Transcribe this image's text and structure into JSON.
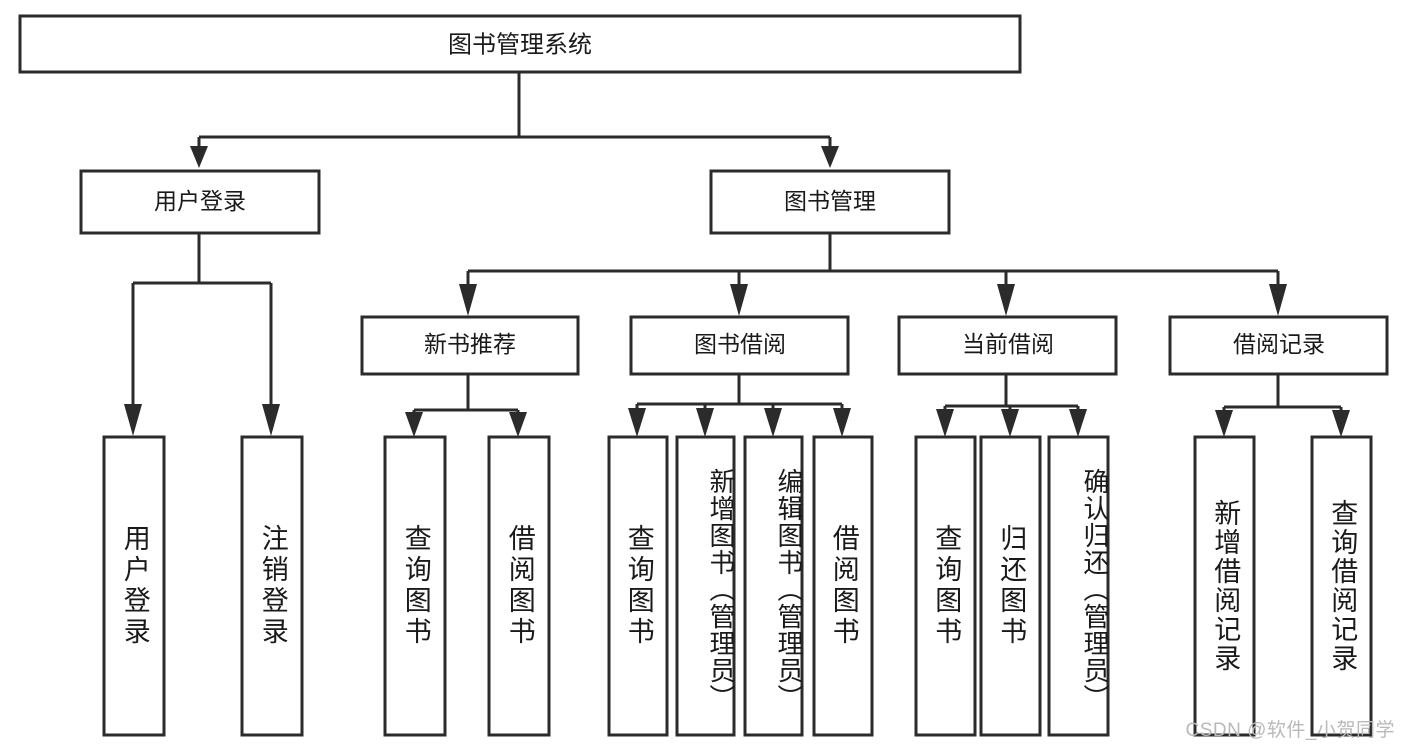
{
  "diagram": {
    "type": "tree",
    "title": "图书管理系统",
    "watermark": "CSDN @软件_小贺同学",
    "colors": {
      "stroke": "#2b2b2b",
      "fill": "#ffffff",
      "text": "#1a1a1a",
      "watermark": "#b9b9b9",
      "background": "#ffffff"
    },
    "levels": {
      "root": {
        "label": "图书管理系统"
      },
      "level2": [
        {
          "label": "用户登录"
        },
        {
          "label": "图书管理"
        }
      ],
      "level3": [
        {
          "label": "新书推荐"
        },
        {
          "label": "图书借阅"
        },
        {
          "label": "当前借阅"
        },
        {
          "label": "借阅记录"
        }
      ]
    },
    "leaves": {
      "user_login": [
        {
          "label": "用户登录"
        },
        {
          "label": "注销登录"
        }
      ],
      "new_book_recommend": [
        {
          "label": "查询图书"
        },
        {
          "label": "借阅图书"
        }
      ],
      "book_borrow": [
        {
          "label": "查询图书"
        },
        {
          "label": "新增图书（管理员）"
        },
        {
          "label": "编辑图书（管理员）"
        },
        {
          "label": "借阅图书"
        }
      ],
      "current_borrow": [
        {
          "label": "查询图书"
        },
        {
          "label": "归还图书"
        },
        {
          "label": "确认归还（管理员）"
        }
      ],
      "borrow_record": [
        {
          "label": "新增借阅记录"
        },
        {
          "label": "查询借阅记录"
        }
      ]
    }
  }
}
